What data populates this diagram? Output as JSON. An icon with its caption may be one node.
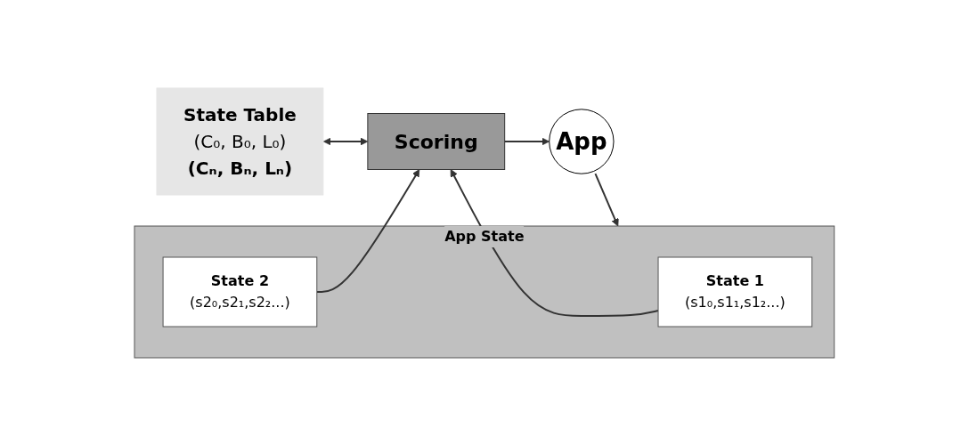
{
  "diagram": {
    "nodes": [
      {
        "text": [
          "State Table",
          "(C₀, B₀, L₀)",
          "(Cₙ, Bₙ, Lₙ)"
        ]
      },
      {
        "text": [
          "App"
        ]
      },
      {
        "text": [
          "App State"
        ]
      },
      {
        "text": [
          "State 1",
          "(s1₀,s1₁,s1₂...)"
        ],
        "in": 2
      },
      {
        "text": [
          "State 2",
          "(s2₀,s2₁,s2₂...)"
        ],
        "in": 2
      },
      {
        "text": [
          "Scoring"
        ]
      }
    ],
    "edges": [
      {
        "from": 0,
        "to": 5,
        "arrow": "both"
      },
      {
        "from": 5,
        "to": 1,
        "arrow": "to"
      },
      {
        "from": 1,
        "to": 2,
        "arrow": "to"
      },
      {
        "from": 3,
        "to": 5,
        "arrow": "to"
      },
      {
        "from": 4,
        "to": 5,
        "arrow": "to"
      }
    ]
  }
}
